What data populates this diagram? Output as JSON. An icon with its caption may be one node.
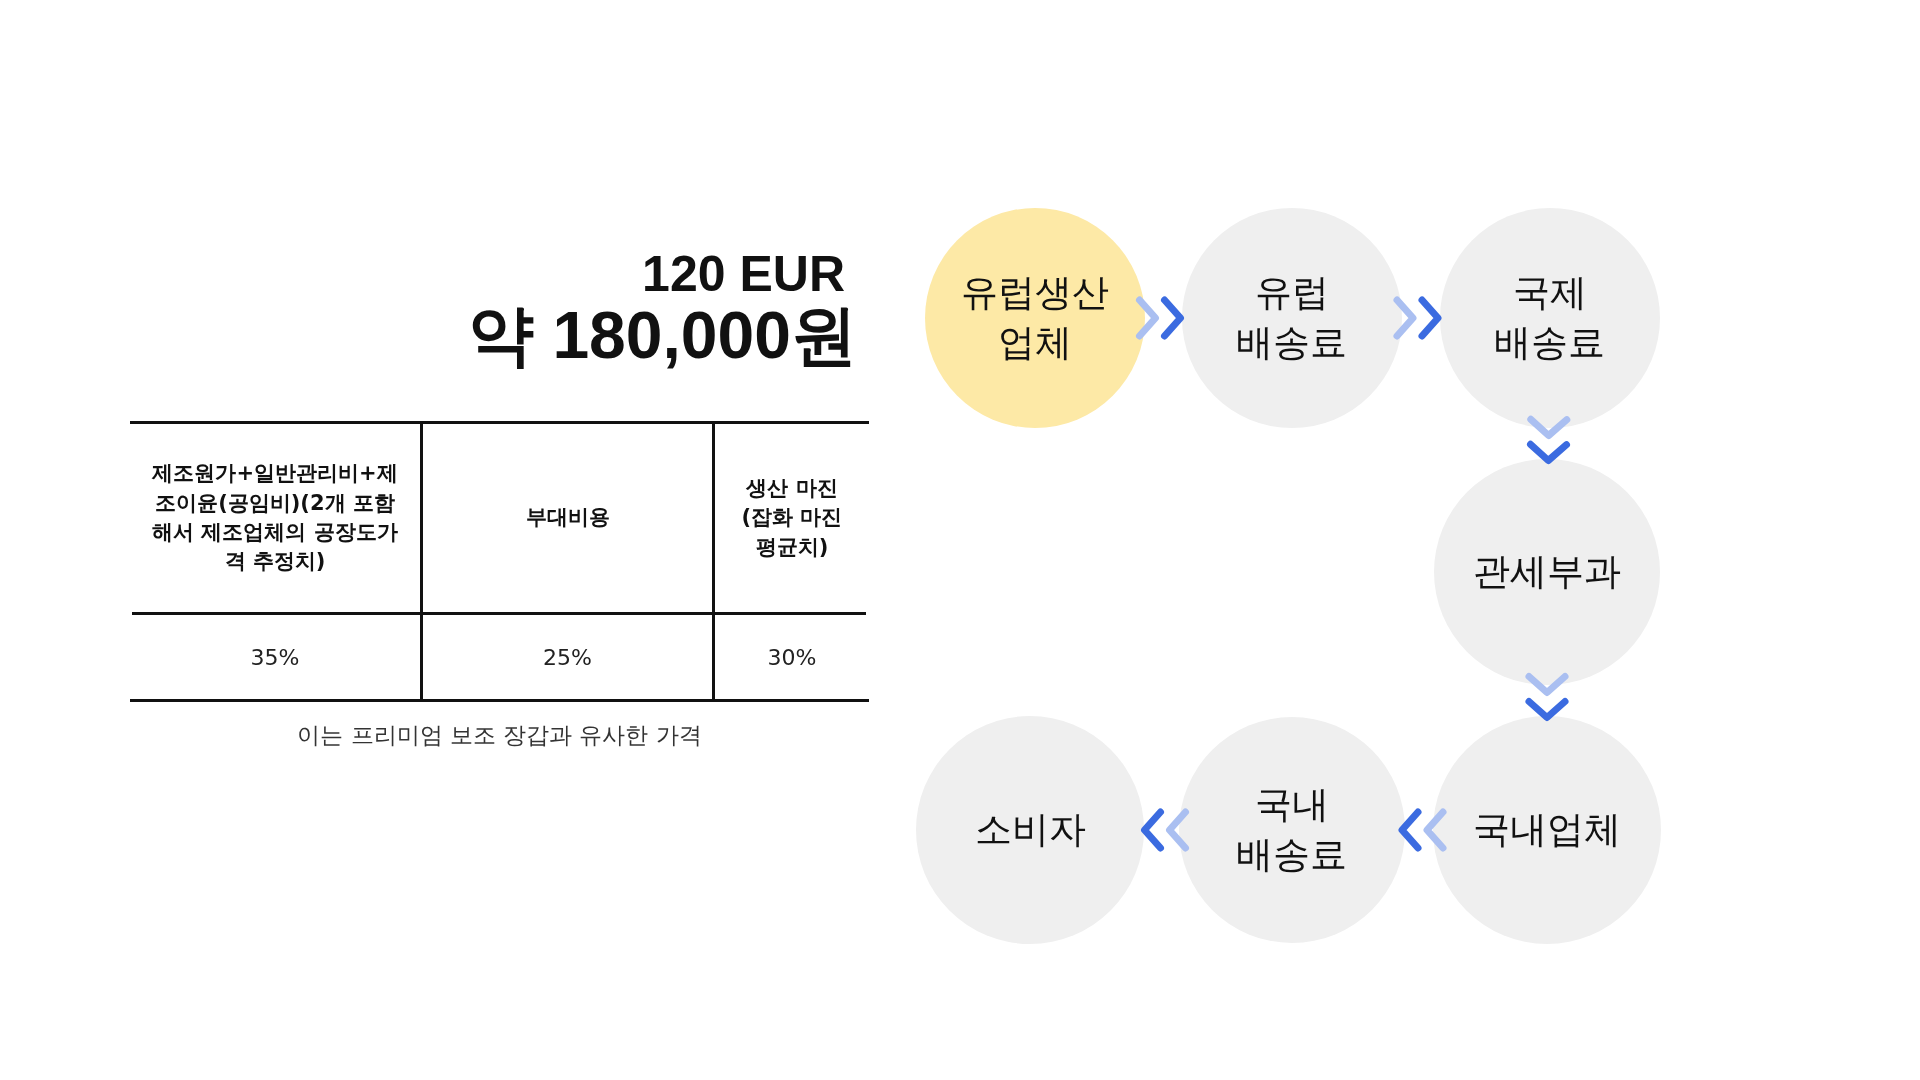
{
  "diagram": {
    "nodes": [
      {
        "text": [
          "유럽생산 업체"
        ]
      },
      {
        "text": [
          "유럽 배송료"
        ]
      },
      {
        "text": [
          "국제 배송료"
        ]
      },
      {
        "text": [
          "관세부과"
        ]
      },
      {
        "text": [
          "국내업체"
        ]
      },
      {
        "text": [
          "국내 배송료"
        ]
      },
      {
        "text": [
          "소비자"
        ]
      }
    ],
    "edges": [
      {
        "from": 0,
        "to": 1,
        "arrow": "to"
      },
      {
        "from": 1,
        "to": 2,
        "arrow": "to"
      },
      {
        "from": 2,
        "to": 3,
        "arrow": "to"
      },
      {
        "from": 3,
        "to": 4,
        "arrow": "to"
      },
      {
        "from": 4,
        "to": 5,
        "arrow": "to"
      },
      {
        "from": 5,
        "to": 6,
        "arrow": "to"
      }
    ],
    "labels": [
      "120 EUR",
      "약 180,000원",
      "제조원가+일반관리비+제조이윤(공임비)(2개 포함해서 제조업체의 공장도가격 추정치)",
      "부대비용",
      "생산 마진 (잡화 마진 평균치)",
      "35%",
      "25%",
      "30%",
      "이는 프리미엄 보조 장갑과 유사한 가격"
    ]
  }
}
